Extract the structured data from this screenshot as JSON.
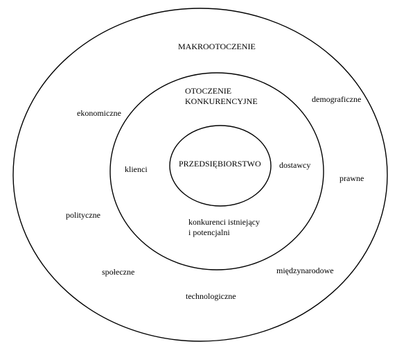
{
  "macro": {
    "title": "MAKROOTOCZENIE",
    "factors": {
      "economic": "ekonomiczne",
      "demographic": "demograficzne",
      "legal": "prawne",
      "political": "polityczne",
      "social": "społeczne",
      "international": "międzynarodowe",
      "technological": "technologiczne"
    }
  },
  "competitive": {
    "title_line1": "OTOCZENIE",
    "title_line2": "KONKURENCYJNE",
    "clients": "klienci",
    "suppliers": "dostawcy",
    "competitors_line1": "konkurenci istniejący",
    "competitors_line2": "i potencjalni"
  },
  "core": {
    "title": "PRZEDSIĘBIORSTWO"
  },
  "colors": {
    "stroke": "#000000",
    "background": "#ffffff"
  }
}
